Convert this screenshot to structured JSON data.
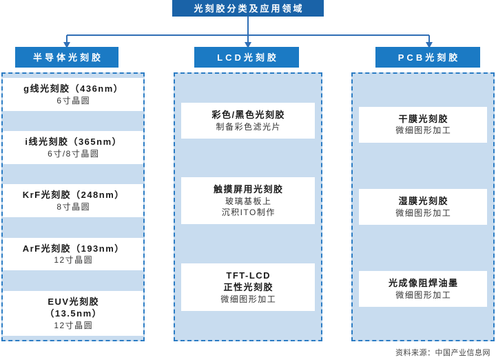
{
  "title": "光刻胶分类及应用领域",
  "colors": {
    "title_bar": "#1a63a8",
    "header_bar": "#1b7ac4",
    "panel_bg": "#c8dcef",
    "panel_border": "#2b7cc4",
    "connector": "#2f6eb5",
    "item_bg": "#ffffff"
  },
  "columns": [
    {
      "header": "半导体光刻胶",
      "items": [
        {
          "title": "g线光刻胶（436nm）",
          "sub": "6寸晶圆"
        },
        {
          "title": "i线光刻胶（365nm）",
          "sub": "6寸/8寸晶圆"
        },
        {
          "title": "KrF光刻胶（248nm）",
          "sub": "8寸晶圆"
        },
        {
          "title": "ArF光刻胶（193nm）",
          "sub": "12寸晶圆"
        },
        {
          "title": "EUV光刻胶",
          "title2": "（13.5nm）",
          "sub": "12寸晶圆"
        }
      ]
    },
    {
      "header": "LCD光刻胶",
      "items": [
        {
          "title": "彩色/黑色光刻胶",
          "sub": "制备彩色滤光片"
        },
        {
          "title": "触摸屏用光刻胶",
          "sub": "玻璃基板上",
          "sub2": "沉积ITO制作"
        },
        {
          "title": "TFT-LCD",
          "title2": "正性光刻胶",
          "sub": "微细图形加工"
        }
      ]
    },
    {
      "header": "PCB光刻胶",
      "items": [
        {
          "title": "干膜光刻胶",
          "sub": "微细图形加工"
        },
        {
          "title": "湿膜光刻胶",
          "sub": "微细图形加工"
        },
        {
          "title": "光成像阻焊油墨",
          "sub": "微细图形加工"
        }
      ]
    }
  ],
  "footer": "资料来源：中国产业信息网"
}
